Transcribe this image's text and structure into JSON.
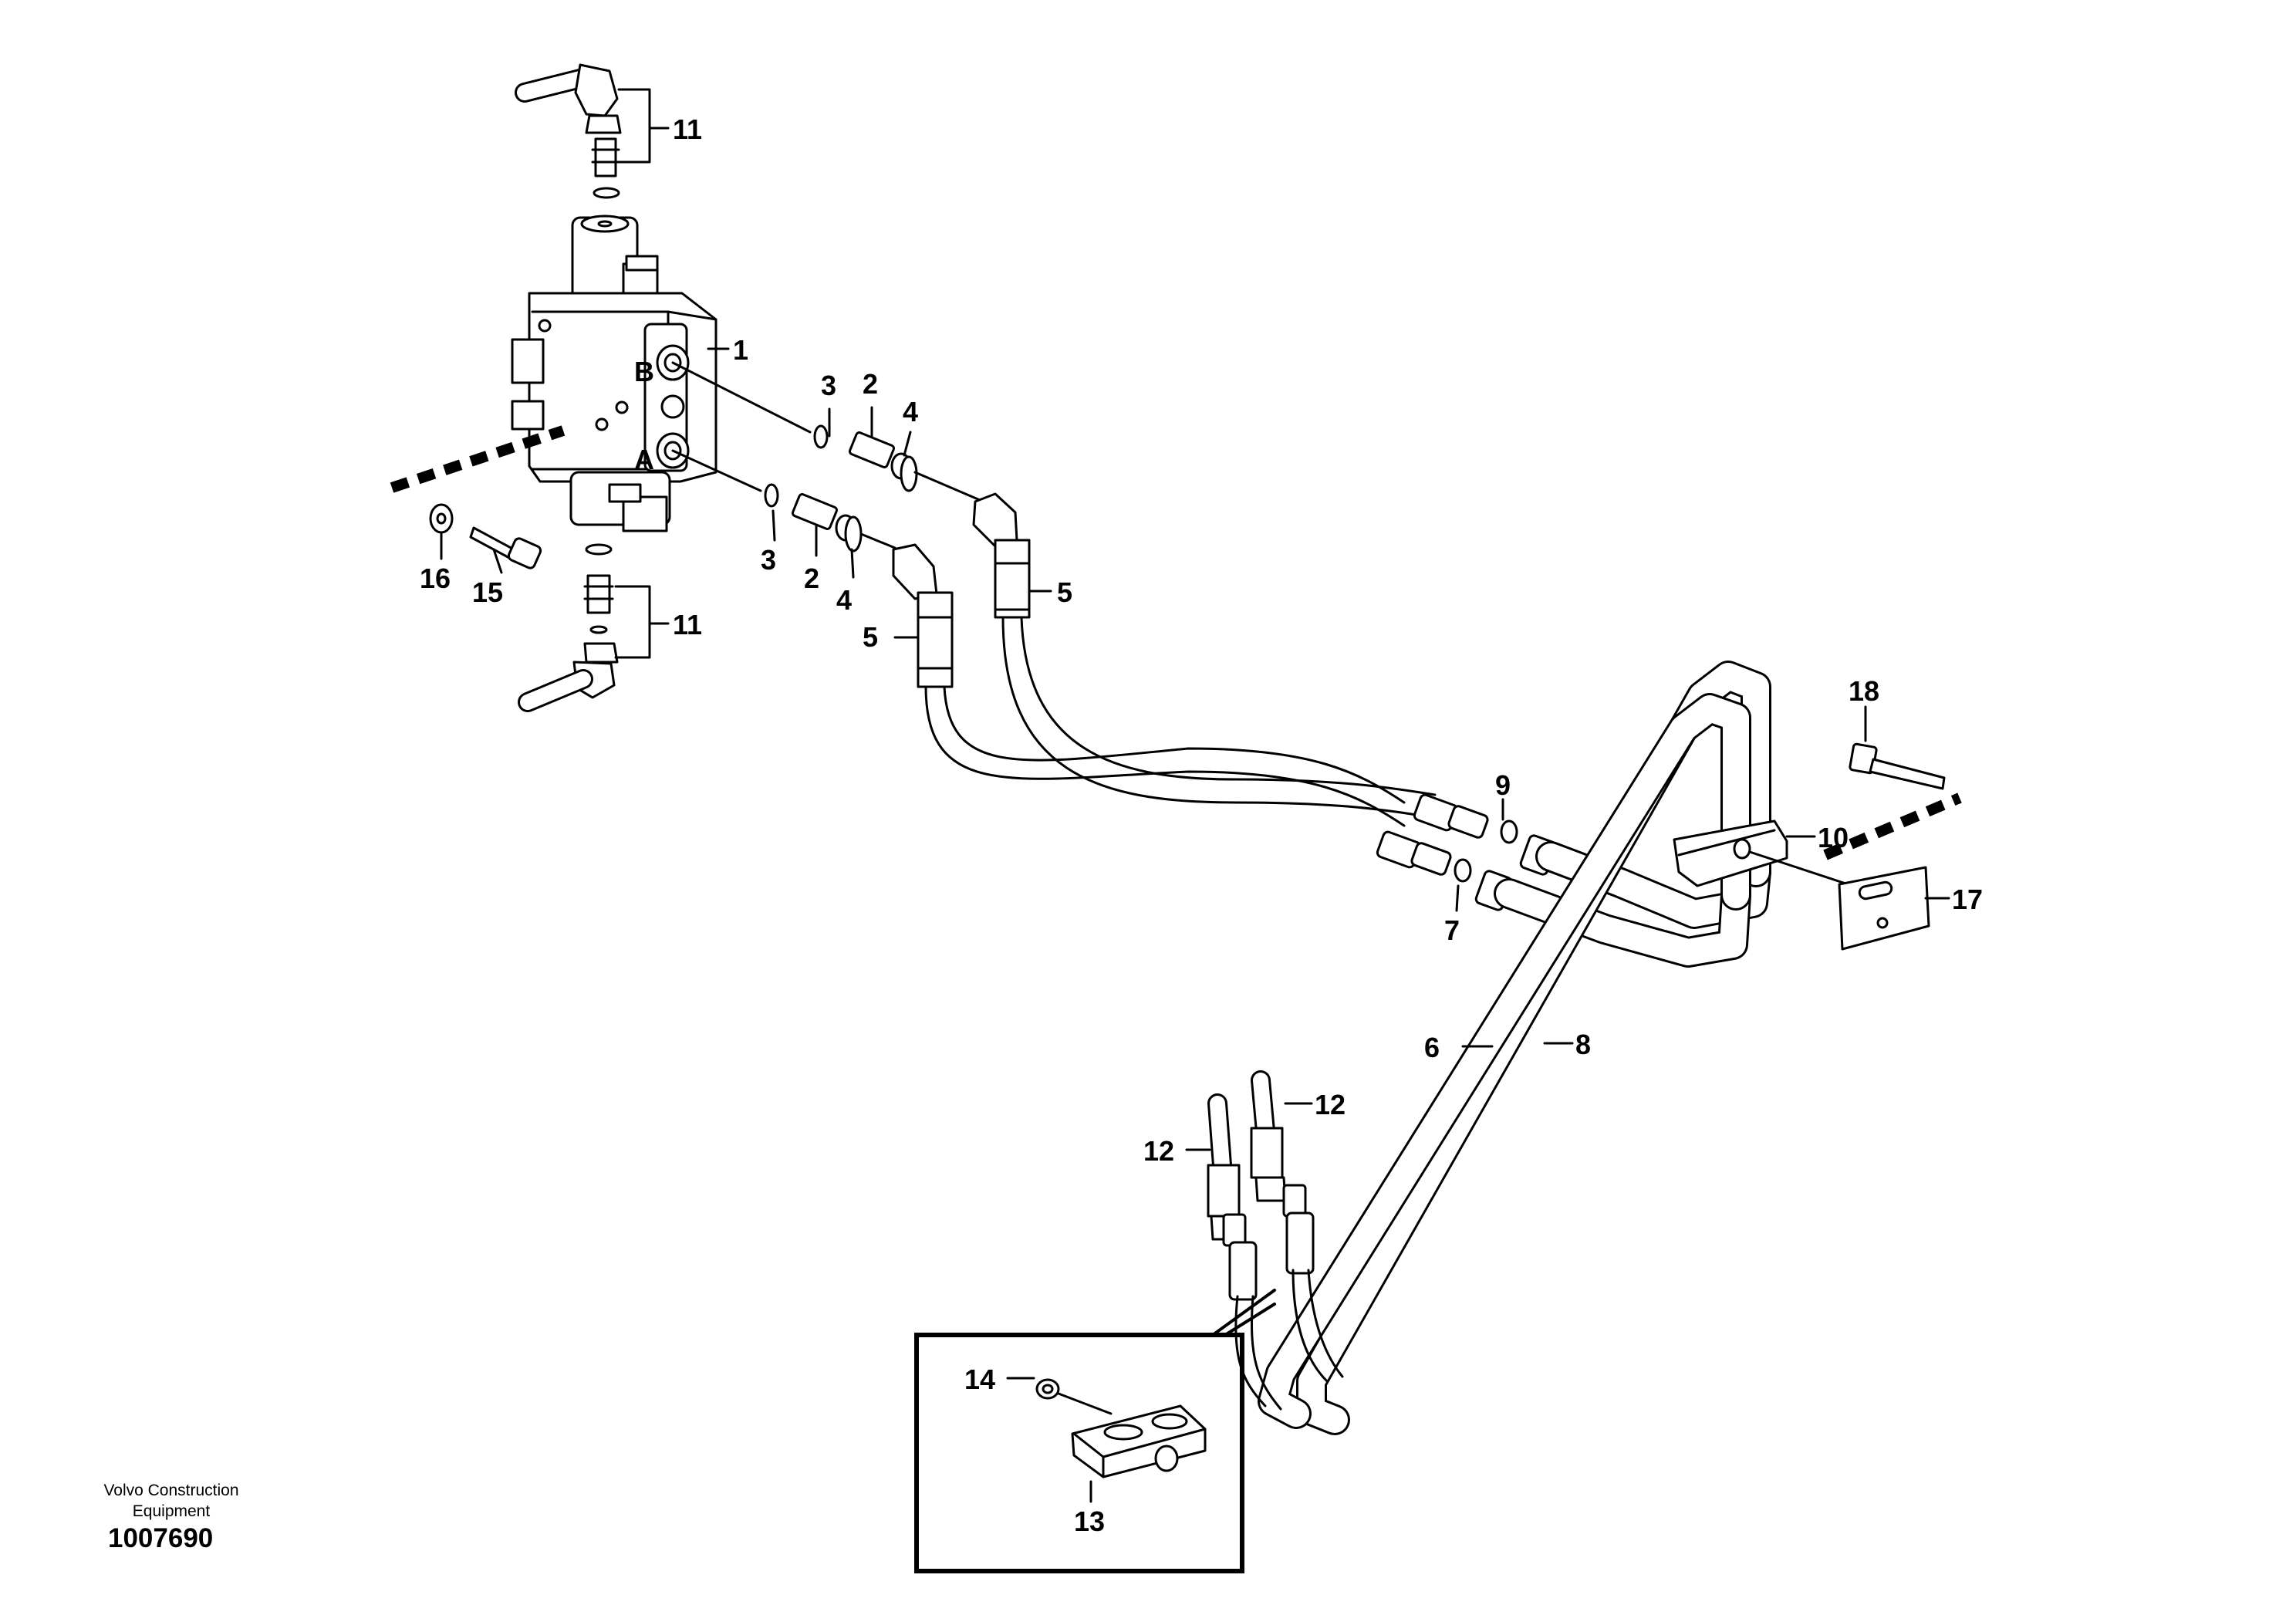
{
  "callouts": {
    "c1": "1",
    "c2a": "2",
    "c2b": "2",
    "c3a": "3",
    "c3b": "3",
    "c4a": "4",
    "c4b": "4",
    "c5a": "5",
    "c5b": "5",
    "c6": "6",
    "c7": "7",
    "c8": "8",
    "c9": "9",
    "c10": "10",
    "c11a": "11",
    "c11b": "11",
    "c12a": "12",
    "c12b": "12",
    "c13": "13",
    "c14": "14",
    "c15": "15",
    "c16": "16",
    "c17": "17",
    "c18": "18"
  },
  "port_letters": {
    "b": "B",
    "a": "A"
  },
  "brand": "Volvo Construction Equipment",
  "doc_number": "1007690"
}
